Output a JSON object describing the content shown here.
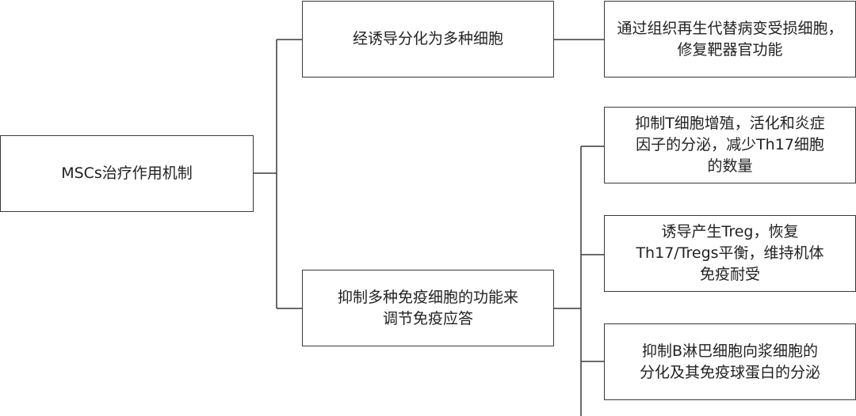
{
  "diagram": {
    "root": {
      "label": "MSCs治疗作用机制"
    },
    "branches": [
      {
        "label": "经诱导分化为多种细胞",
        "children": [
          {
            "label": "通过组织再生代替病变受损细胞，\n修复靶器官功能"
          }
        ]
      },
      {
        "label": "抑制多种免疫细胞的功能来\n调节免疫应答",
        "children": [
          {
            "label": "抑制T细胞增殖，活化和炎症\n因子的分泌，减少Th17细胞\n的数量"
          },
          {
            "label": "诱导产生Treg，恢复\nTh17/Tregs平衡，维持机体\n免疫耐受"
          },
          {
            "label": "抑制B淋巴细胞向浆细胞的\n分化及其免疫球蛋白的分泌"
          }
        ]
      }
    ]
  },
  "colors": {
    "border": "#3a3a3a",
    "text": "#222222",
    "background": "#ffffff"
  }
}
